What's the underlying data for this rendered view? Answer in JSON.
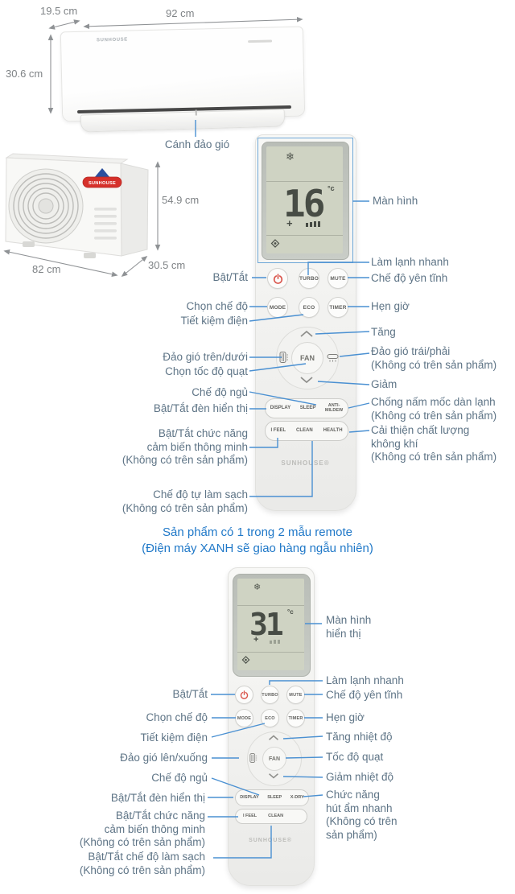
{
  "indoor_unit": {
    "brand": "SUNHOUSE",
    "width": "92 cm",
    "depth": "19.5 cm",
    "height": "30.6 cm",
    "flap_label": "Cánh đảo gió"
  },
  "outdoor_unit": {
    "brand": "SUNHOUSE",
    "height": "54.9 cm",
    "width": "82 cm",
    "depth": "30.5 cm"
  },
  "note": {
    "line1": "Sản phẩm có 1 trong 2 mẫu remote",
    "line2": "(Điện máy XANH sẽ giao hàng ngẫu nhiên)"
  },
  "remote1": {
    "screen": {
      "snowflake": "❄",
      "temp": "16",
      "unit": "°c"
    },
    "buttons": {
      "turbo": "TURBO",
      "mute": "MUTE",
      "mode": "MODE",
      "eco": "ECO",
      "timer": "TIMER",
      "fan": "FAN",
      "display": "DISPLAY",
      "sleep": "SLEEP",
      "anti_mildew": "ANTI-\nMILDEW",
      "i_feel": "I FEEL",
      "clean": "CLEAN",
      "health": "HEALTH"
    },
    "brand": "SUNHOUSE®",
    "labels_left": [
      "Bật/Tắt",
      "Chọn chế độ",
      "Tiết kiệm điện",
      "Đảo gió trên/dưới",
      "Chọn tốc độ quạt",
      "Chế độ ngủ",
      "Bật/Tắt đèn hiển thị",
      "Bật/Tắt chức năng\ncảm biến thông minh\n(Không có trên sản phẩm)",
      "Chế độ tự làm sạch\n(Không có trên sản phẩm)"
    ],
    "labels_right": [
      "Màn hình",
      "Làm lạnh nhanh",
      "Chế độ yên tĩnh",
      "Hẹn giờ",
      "Tăng",
      "Đảo gió trái/phải\n(Không có trên sản phẩm)",
      "Giảm",
      "Chống nấm mốc dàn lạnh\n(Không có trên sản phẩm)",
      "Cải thiện chất lượng\nkhông khí\n(Không có trên sản phẩm)"
    ]
  },
  "remote2": {
    "screen": {
      "snowflake": "❄",
      "temp": "31",
      "unit": "°c"
    },
    "buttons": {
      "turbo": "TURBO",
      "mute": "MUTE",
      "mode": "MODE",
      "eco": "ECO",
      "timer": "TIMER",
      "fan": "FAN",
      "display": "DISPLAY",
      "sleep": "SLEEP",
      "x_dry": "X-DRY",
      "i_feel": "I FEEL",
      "clean": "CLEAN"
    },
    "brand": "SUNHOUSE®",
    "labels_left": [
      "Bật/Tắt",
      "Chọn chế độ",
      "Tiết kiệm điện",
      "Đảo gió lên/xuống",
      "Chế độ ngủ",
      "Bật/Tắt đèn hiển thị",
      "Bật/Tắt chức năng\ncảm biến thông minh\n(Không có trên sản phẩm)",
      "Bật/Tắt chế độ làm sạch\n(Không có trên sản phẩm)"
    ],
    "labels_right": [
      "Màn hình\nhiển thị",
      "Làm lạnh nhanh",
      "Chế độ yên tĩnh",
      "Hẹn giờ",
      "Tăng nhiệt độ",
      "Tốc độ quạt",
      "Giảm nhiệt độ",
      "Chức năng\nhút ẩm nhanh\n(Không có trên\nsản phẩm)"
    ]
  },
  "colors": {
    "note_blue": "#1f78c8",
    "line_blue": "#4a90d2",
    "label_gray_blue": "#5e7486",
    "dimension_gray": "#7f8386",
    "power_red": "#d9534a",
    "logo_red": "#d6312b",
    "logo_blue": "#2b4f9e"
  }
}
